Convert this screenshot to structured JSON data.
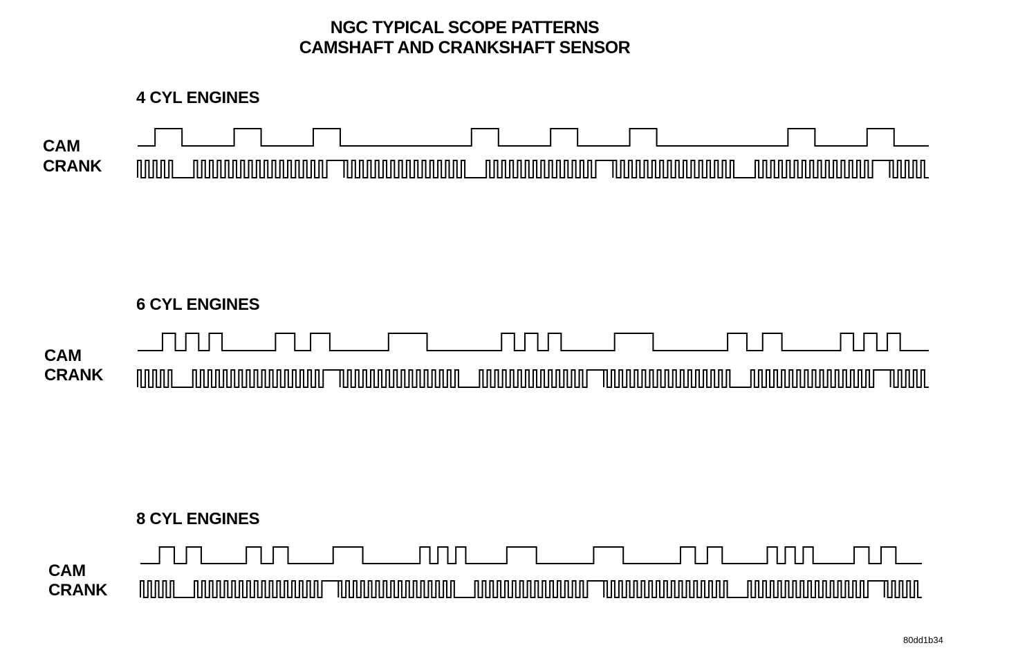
{
  "title": {
    "line1": "NGC TYPICAL SCOPE PATTERNS",
    "line2": "CAMSHAFT AND CRANKSHAFT SENSOR"
  },
  "sections": [
    {
      "id": "4cyl",
      "heading": "4 CYL ENGINES",
      "cam_label": "CAM",
      "crank_label": "CRANK",
      "cam_pulse_groups": [
        1,
        1,
        1,
        0,
        1,
        1,
        1,
        0,
        1,
        1
      ],
      "crank_tooth_groups": [
        5,
        17,
        16,
        14,
        16,
        15,
        5
      ]
    },
    {
      "id": "6cyl",
      "heading": "6 CYL ENGINES",
      "cam_label": "CAM",
      "crank_label": "CRANK",
      "cam_pulse_groups": [
        3,
        2,
        1,
        3,
        1,
        2,
        3
      ],
      "crank_tooth_groups": [
        5,
        17,
        16,
        14,
        17,
        16,
        5
      ]
    },
    {
      "id": "8cyl",
      "heading": "8 CYL ENGINES",
      "cam_label": "CAM",
      "crank_label": "CRANK",
      "cam_pulse_groups": [
        2,
        2,
        1,
        3,
        1,
        1,
        2,
        3,
        2
      ],
      "crank_tooth_groups": [
        5,
        17,
        16,
        15,
        17,
        16,
        5
      ]
    }
  ],
  "figure_id": "80dd1b34"
}
